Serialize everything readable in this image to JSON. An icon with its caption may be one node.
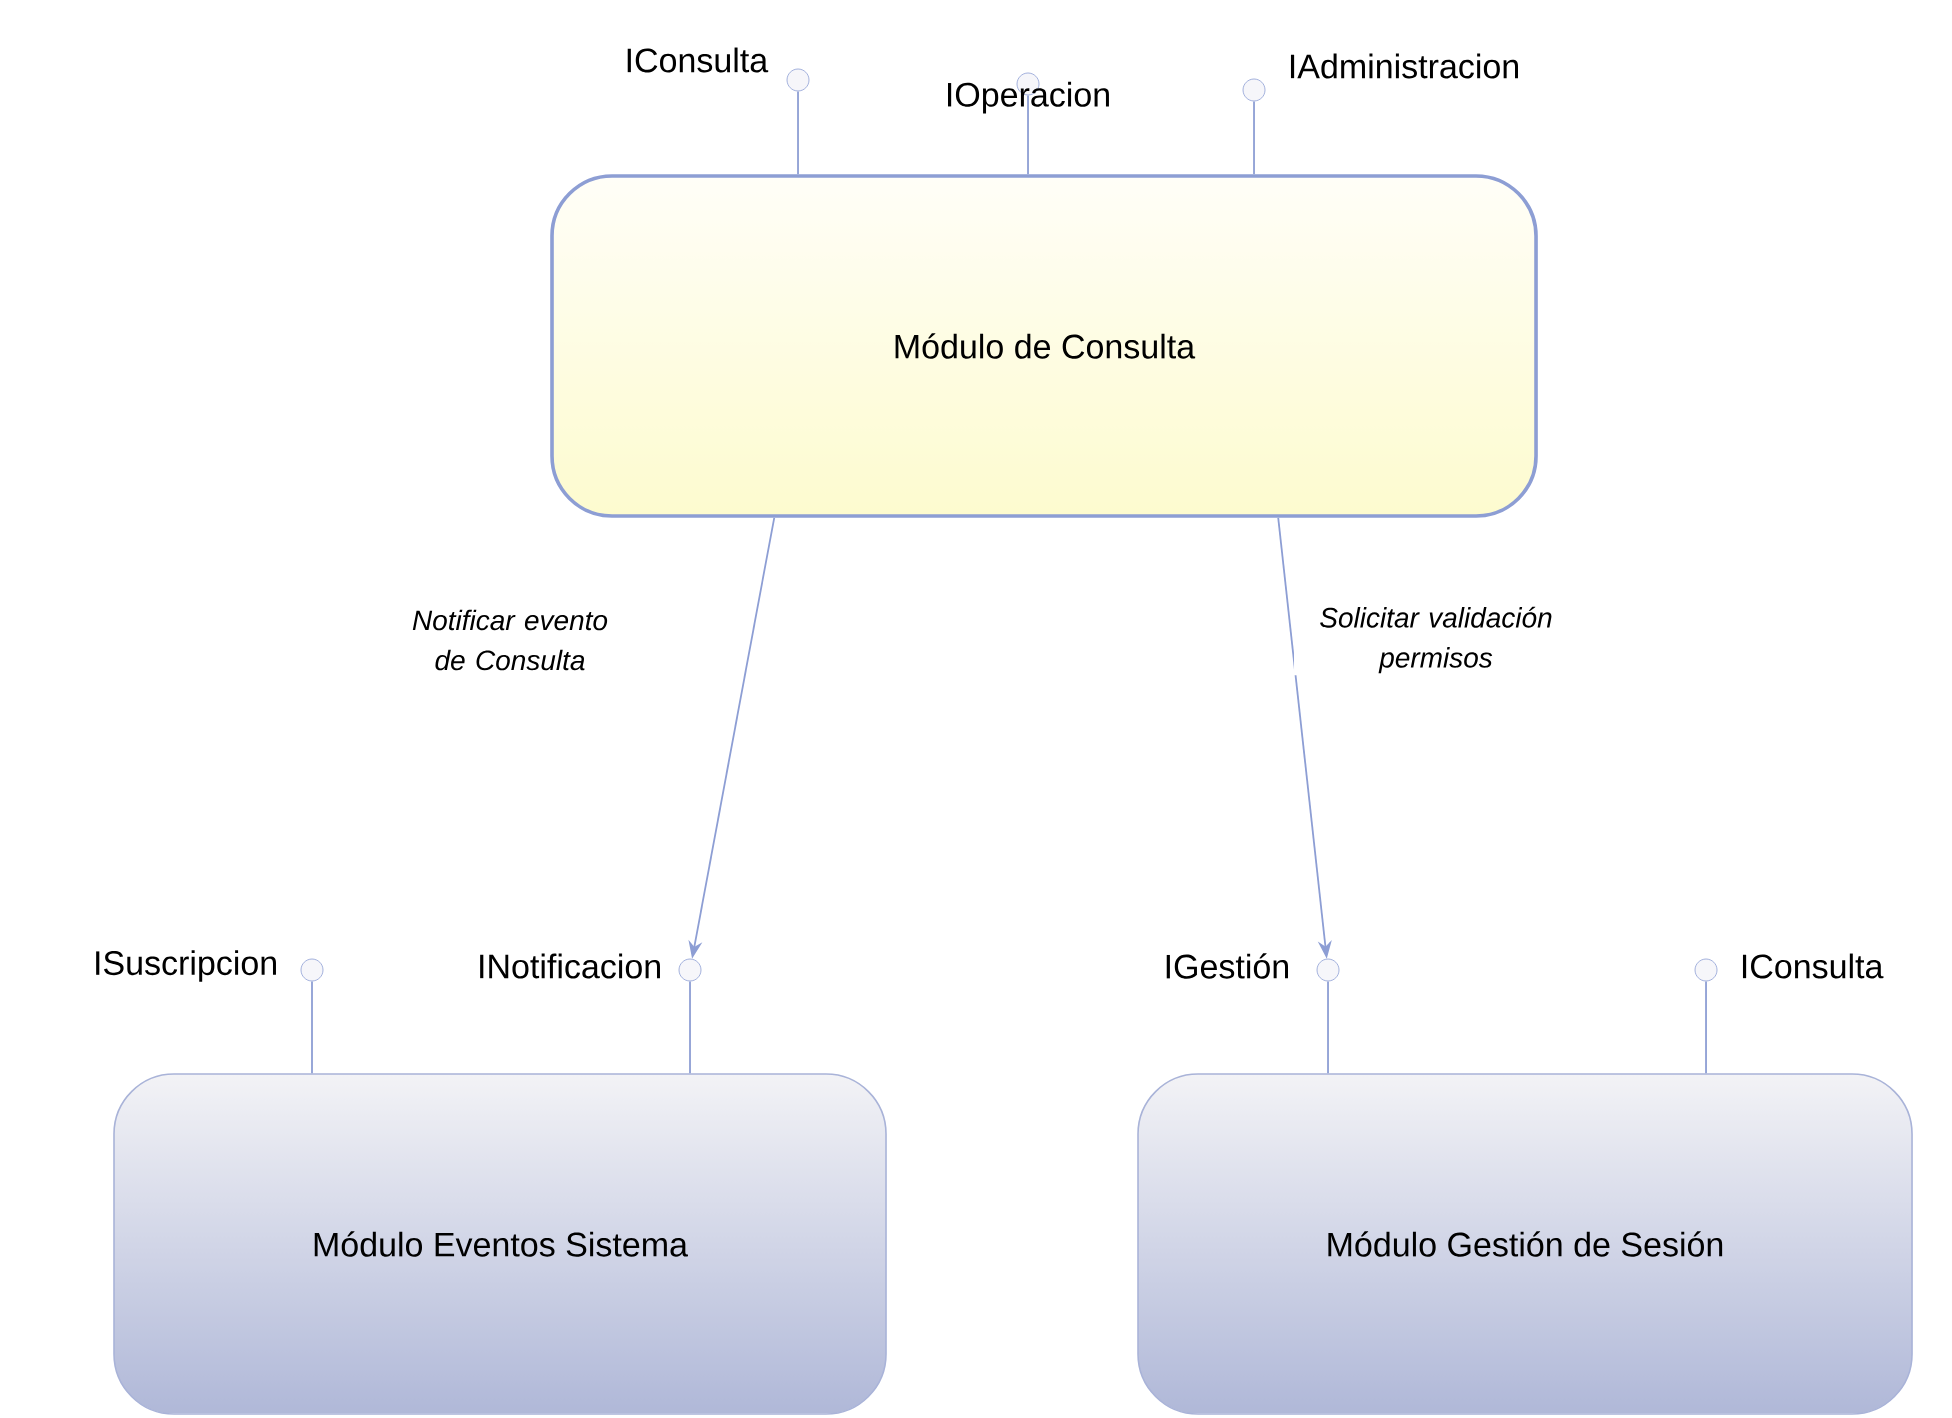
{
  "diagram": {
    "nodes": [
      {
        "text": [
          "Módulo de Consulta"
        ]
      },
      {
        "text": [
          "Módulo Eventos Sistema"
        ]
      },
      {
        "text": [
          "Módulo Gestión de Sesión"
        ]
      },
      {
        "text": [],
        "shape": "circle",
        "beside": [
          "IConsulta"
        ]
      },
      {
        "text": [],
        "shape": "circle",
        "beside": [
          "IOperacion"
        ]
      },
      {
        "text": [],
        "shape": "circle",
        "beside": [
          "IAdministracion"
        ]
      },
      {
        "text": [],
        "shape": "circle",
        "beside": [
          "ISuscripcion"
        ]
      },
      {
        "text": [],
        "shape": "circle",
        "beside": [
          "INotificacion"
        ]
      },
      {
        "text": [],
        "shape": "circle",
        "beside": [
          "IGestión"
        ]
      },
      {
        "text": [],
        "shape": "circle",
        "beside": [
          "IConsulta"
        ]
      }
    ],
    "edges": [
      {
        "from": 3,
        "to": 0,
        "arrow": "none"
      },
      {
        "from": 4,
        "to": 0,
        "arrow": "none"
      },
      {
        "from": 5,
        "to": 0,
        "arrow": "none"
      },
      {
        "from": 6,
        "to": 1,
        "arrow": "none"
      },
      {
        "from": 7,
        "to": 1,
        "arrow": "none"
      },
      {
        "from": 8,
        "to": 2,
        "arrow": "none"
      },
      {
        "from": 9,
        "to": 2,
        "arrow": "none"
      },
      {
        "from": 0,
        "to": 7,
        "arrow": "to",
        "label": "Notificar evento de Consulta"
      },
      {
        "from": 0,
        "to": 8,
        "arrow": "to",
        "label": "Solicitar validación permisos"
      }
    ]
  }
}
